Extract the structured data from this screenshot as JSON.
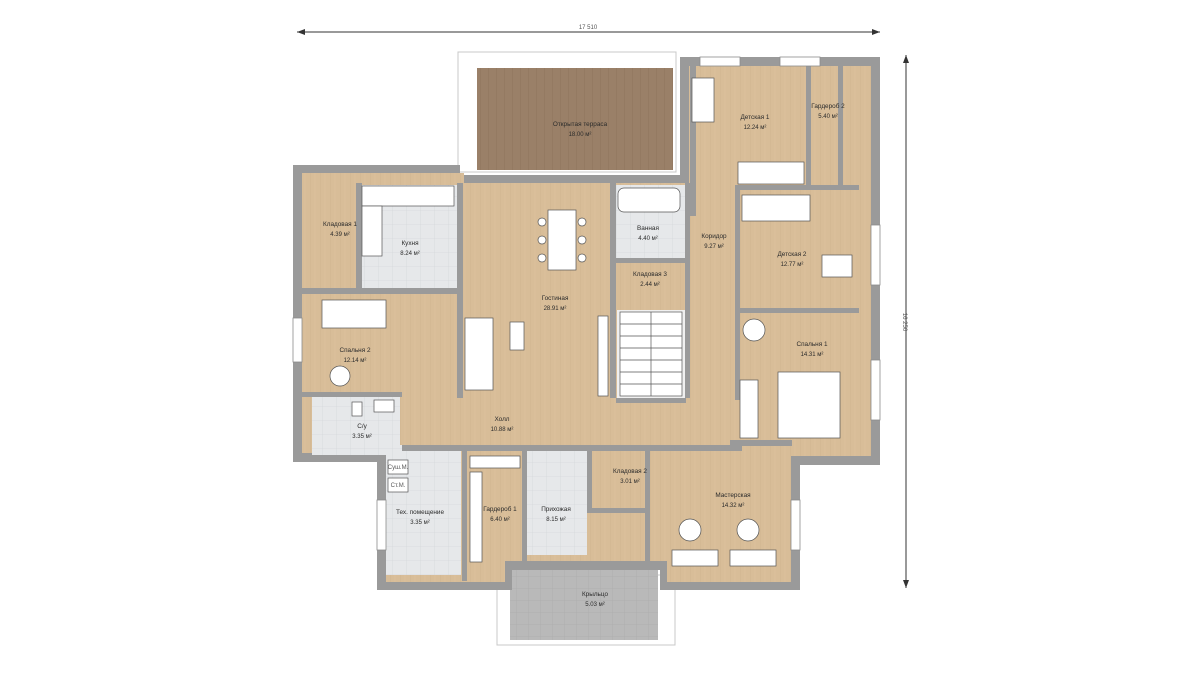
{
  "dimensions": {
    "width_label": "17 510",
    "height_label": "16 250"
  },
  "rooms": [
    {
      "id": "terrace",
      "name": "Открытая терраса",
      "area": "18.00 м²"
    },
    {
      "id": "kids1",
      "name": "Детская 1",
      "area": "12.24 м²"
    },
    {
      "id": "wardrobe2",
      "name": "Гардероб 2",
      "area": "5.40 м²"
    },
    {
      "id": "pantry1",
      "name": "Кладовая 1",
      "area": "4.39 м²"
    },
    {
      "id": "kitchen",
      "name": "Кухня",
      "area": "8.24 м²"
    },
    {
      "id": "bath",
      "name": "Ванная",
      "area": "4.40 м²"
    },
    {
      "id": "corridor",
      "name": "Коридор",
      "area": "9.27 м²"
    },
    {
      "id": "kids2",
      "name": "Детская 2",
      "area": "12.77 м²"
    },
    {
      "id": "pantry3",
      "name": "Кладовая 3",
      "area": "2.44 м²"
    },
    {
      "id": "living",
      "name": "Гостиная",
      "area": "28.91 м²"
    },
    {
      "id": "bedroom2",
      "name": "Спальня 2",
      "area": "12.14 м²"
    },
    {
      "id": "bedroom1",
      "name": "Спальня 1",
      "area": "14.31 м²"
    },
    {
      "id": "wc",
      "name": "С/у",
      "area": "3.35 м²"
    },
    {
      "id": "hall",
      "name": "Холл",
      "area": "10.88 м²"
    },
    {
      "id": "pantry2",
      "name": "Кладовая 2",
      "area": "3.01 м²"
    },
    {
      "id": "workshop",
      "name": "Мастерская",
      "area": "14.32 м²"
    },
    {
      "id": "tech",
      "name": "Тех. помещение",
      "area": "3.35 м²"
    },
    {
      "id": "wardrobe1",
      "name": "Гардероб 1",
      "area": "6.40 м²"
    },
    {
      "id": "entry",
      "name": "Прихожая",
      "area": "8.15 м²"
    },
    {
      "id": "porch",
      "name": "Крыльцо",
      "area": "5.03 м²"
    }
  ],
  "appliance_labels": {
    "dryer": "Суш.М.",
    "washer": "Ст.М."
  },
  "colors": {
    "wall": "#8c8c8c",
    "wood": "#d8bd98",
    "tile": "#e4e6e8",
    "terrace": "#9a8068",
    "furniture": "#ffffff"
  }
}
